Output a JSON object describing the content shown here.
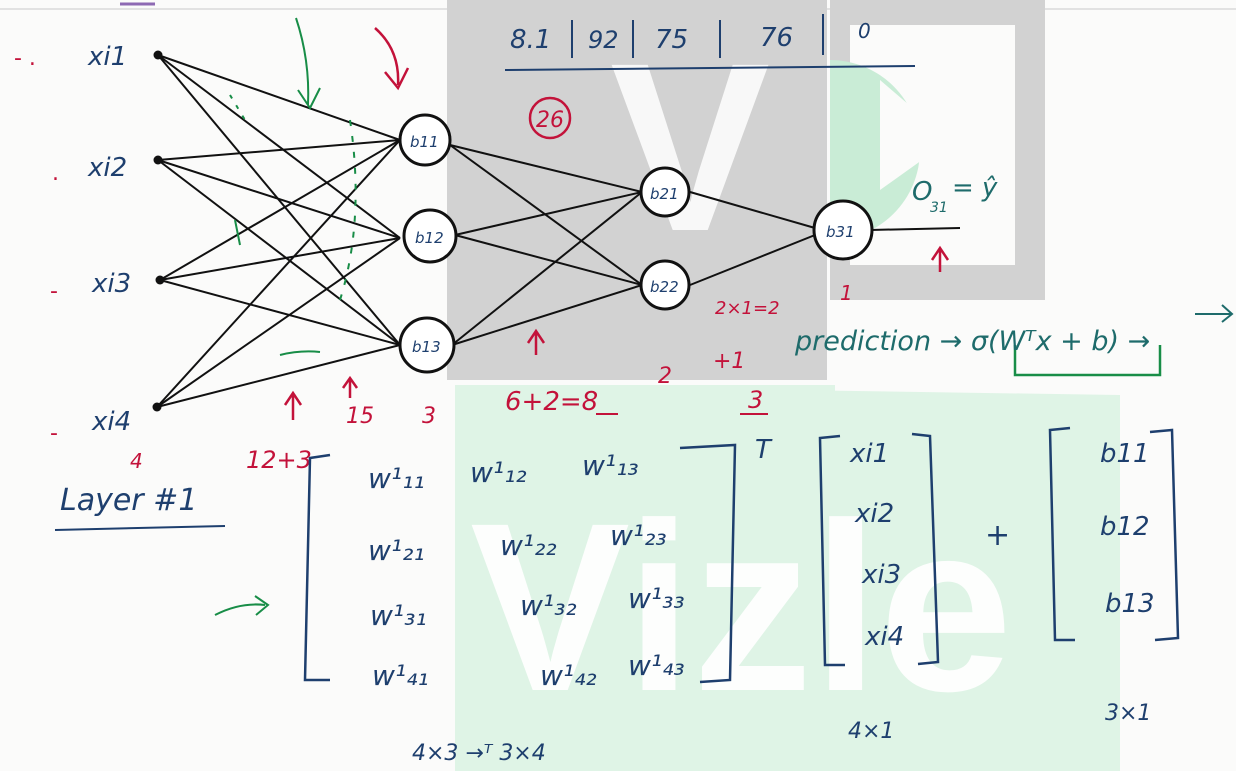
{
  "watermark": {
    "text": "Vizle",
    "colors": {
      "gray": "#cfcfcf",
      "green": "#dff4e6"
    }
  },
  "colors": {
    "ink_blue": "#1e3f6e",
    "ink_red": "#c3123a",
    "ink_green": "#188d47",
    "ink_black": "#111111"
  },
  "inputs": [
    "xi1",
    "xi2",
    "xi3",
    "xi4"
  ],
  "hidden1": [
    "b11",
    "b12",
    "b13"
  ],
  "hidden2": [
    "b21",
    "b22"
  ],
  "output": [
    "b31"
  ],
  "header_row": [
    "8.1",
    "92",
    "75",
    "76",
    "0"
  ],
  "circled_number": "26",
  "output_label": {
    "o": "O",
    "sub": "31",
    "eq": "= ŷ"
  },
  "prediction_text": "prediction → σ(Wᵀx + b) →",
  "layer_title": "Layer #1",
  "annotations_red": {
    "input_count": "4",
    "params_l1": "12+3",
    "total_l1": "15",
    "hidden_count": "3",
    "params_l2": "6+2=8",
    "hidden2_count": "2",
    "plus_one": "+1",
    "total_l2": "3",
    "l3_calc": "2×1=2",
    "out_count": "1"
  },
  "weight_matrix": [
    [
      "w¹₁₁",
      "w¹₁₂",
      "w¹₁₃"
    ],
    [
      "w¹₂₁",
      "w¹₂₂",
      "w¹₂₃"
    ],
    [
      "w¹₃₁",
      "w¹₃₂",
      "w¹₃₃"
    ],
    [
      "w¹₄₁",
      "w¹₄₂",
      "w¹₄₃"
    ]
  ],
  "transpose": "T",
  "x_vector": [
    "xi1",
    "xi2",
    "xi3",
    "xi4"
  ],
  "plus": "+",
  "bias_vector": [
    "b11",
    "b12",
    "b13"
  ],
  "dims": {
    "x": "4×1",
    "b": "3×1",
    "w": "4×3 →ᵀ 3×4"
  }
}
